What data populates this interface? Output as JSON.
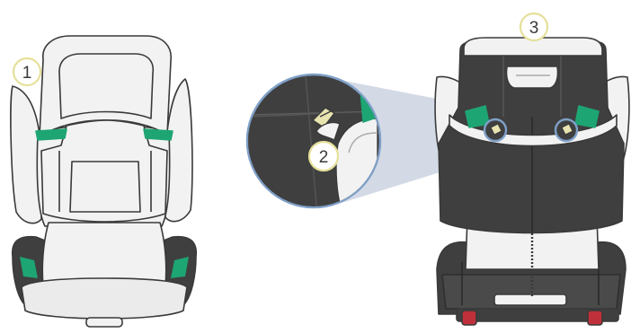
{
  "callouts": [
    {
      "number": "1",
      "refers_to": "headrest"
    },
    {
      "number": "2",
      "refers_to": "isofix-connector-release"
    },
    {
      "number": "3",
      "refers_to": "headrest-handle"
    }
  ],
  "colors": {
    "seat_light": "#f2f2f2",
    "seat_outline": "#3a3a3a",
    "seat_dark": "#3f3f3f",
    "accent_green": "#1ea574",
    "callout_ring": "#e6e09a",
    "isofix_ring": "#7fa0c8",
    "zoom_beam": "#aebcd2",
    "lever_red": "#c0303a"
  },
  "icons": {
    "front_view": "car-seat-front-view",
    "zoom": "magnifier-detail",
    "back_view": "car-seat-back-view"
  }
}
